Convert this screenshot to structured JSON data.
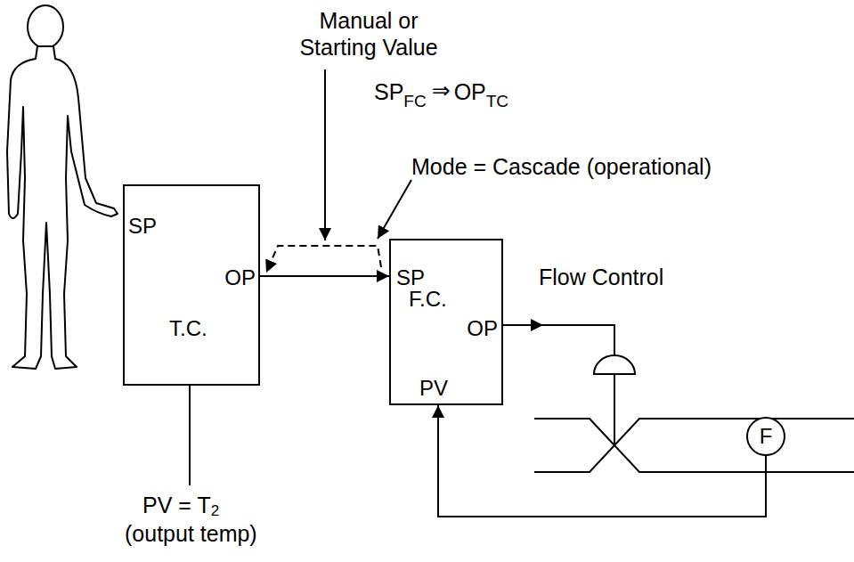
{
  "diagram": {
    "nodes": [
      {
        "text": [
          "SP",
          "OP",
          "T.C."
        ]
      },
      {
        "text": [
          "SP",
          "F.C.",
          "OP",
          "PV"
        ]
      },
      {
        "text": [
          "F"
        ]
      }
    ],
    "edges": [
      {
        "from": 0,
        "to": 1,
        "arrow": "to"
      },
      {
        "from": 2,
        "to": 1,
        "arrow": "to"
      }
    ],
    "labels": [
      "Manual or Starting Value",
      "SP",
      "FC",
      "⇒",
      "OP",
      "TC",
      "Mode = Cascade (operational)",
      "Flow Control",
      "PV = T",
      "2",
      "(output temp)"
    ]
  }
}
